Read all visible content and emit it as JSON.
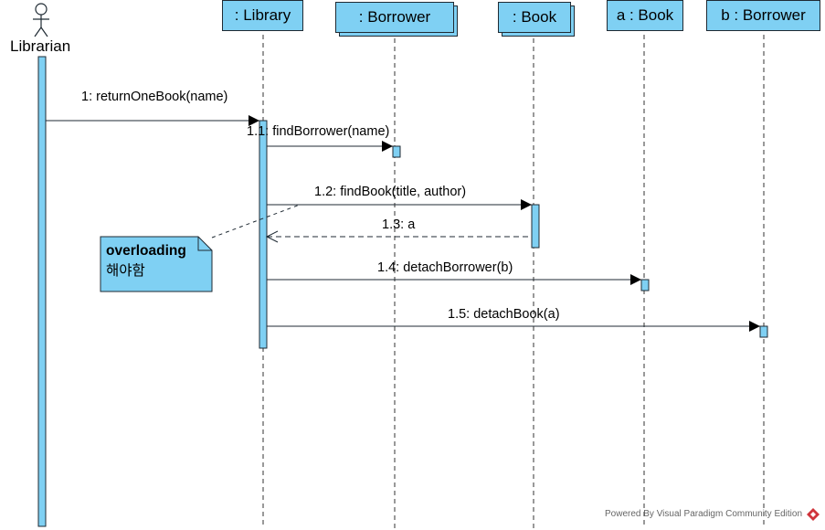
{
  "actor": {
    "name": "Librarian"
  },
  "lifelines": [
    {
      "label": ": Library",
      "multiobject": false
    },
    {
      "label": ": Borrower",
      "multiobject": true
    },
    {
      "label": ": Book",
      "multiobject": true
    },
    {
      "label": "a : Book",
      "multiobject": false
    },
    {
      "label": "b : Borrower",
      "multiobject": false
    }
  ],
  "messages": [
    {
      "label": "1: returnOneBook(name)",
      "from": "Librarian",
      "to": ": Library",
      "kind": "call"
    },
    {
      "label": "1.1: findBorrower(name)",
      "from": ": Library",
      "to": ": Borrower",
      "kind": "call"
    },
    {
      "label": "1.2: findBook(title, author)",
      "from": ": Library",
      "to": ": Book",
      "kind": "call"
    },
    {
      "label": "1.3: a",
      "from": ": Book",
      "to": ": Library",
      "kind": "return"
    },
    {
      "label": "1.4: detachBorrower(b)",
      "from": ": Library",
      "to": "a : Book",
      "kind": "call"
    },
    {
      "label": "1.5: detachBook(a)",
      "from": ": Library",
      "to": "b : Borrower",
      "kind": "call"
    }
  ],
  "note": {
    "title": "overloading",
    "body": "해야함"
  },
  "footer": {
    "text": "Powered By  Visual Paradigm Community Edition"
  },
  "colors": {
    "fill": "#7fd0f3",
    "stroke": "#1f2a33",
    "watermark": "#d0343b"
  }
}
